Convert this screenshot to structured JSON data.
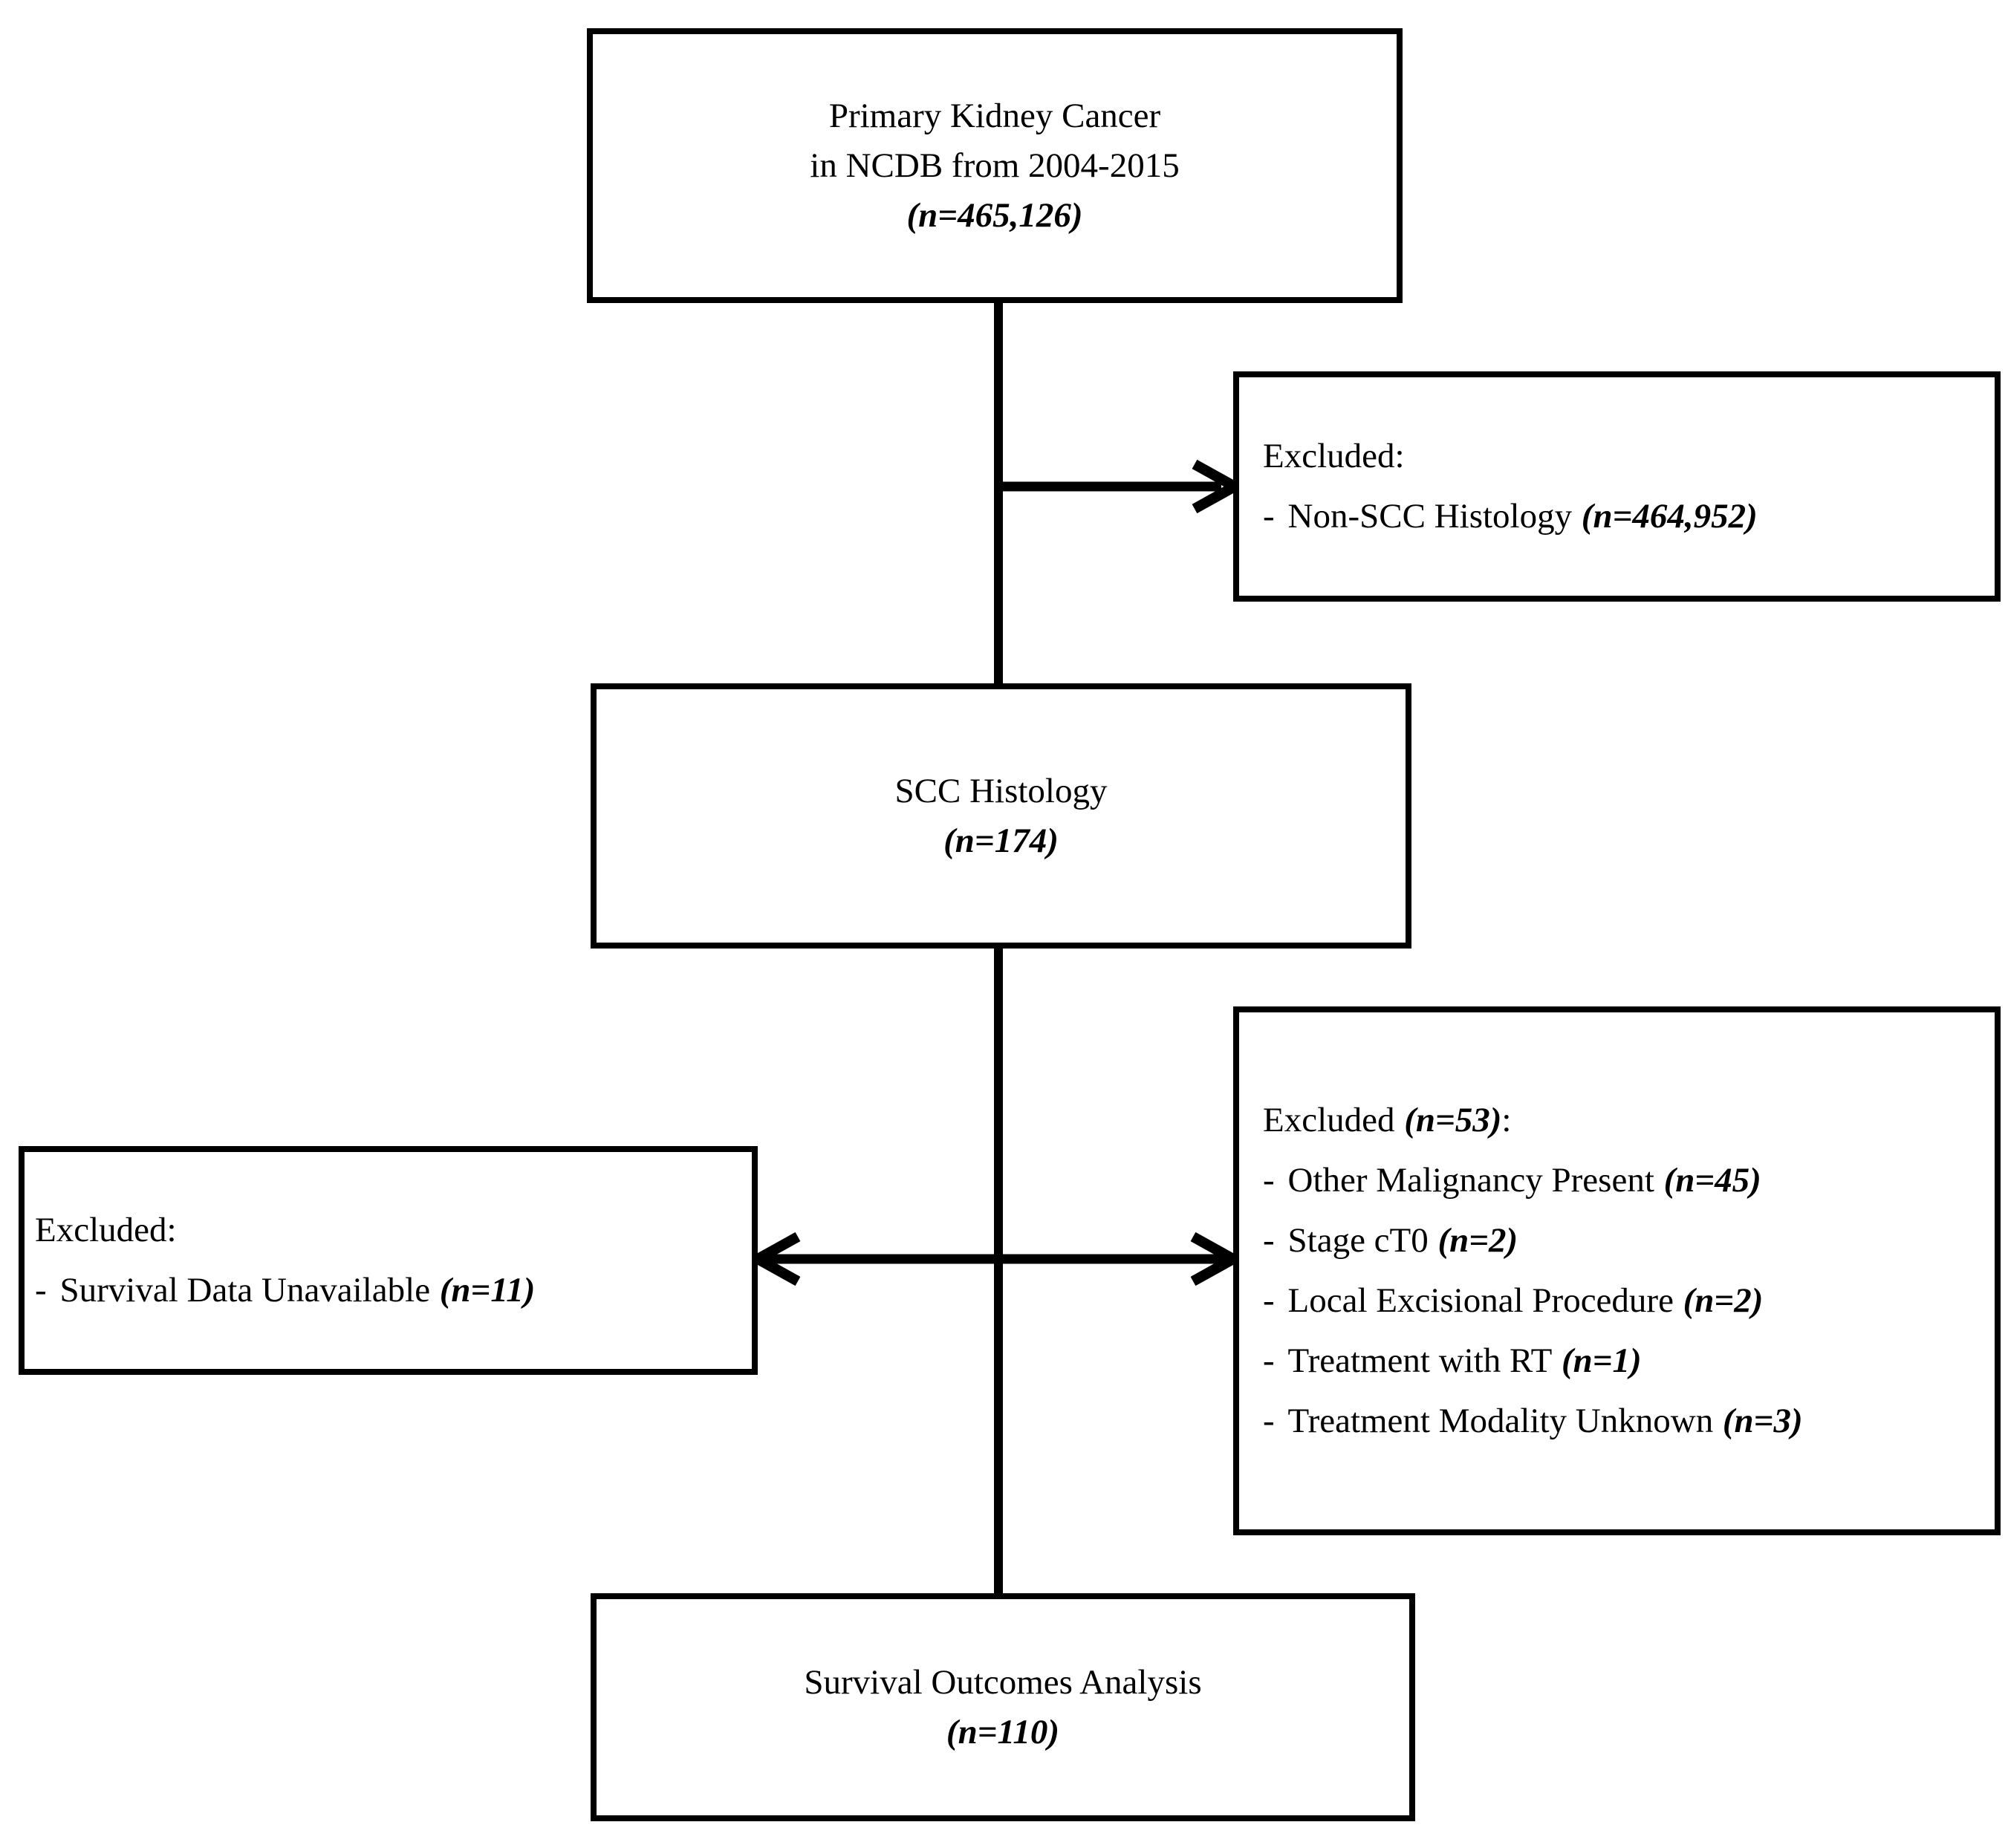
{
  "colors": {
    "ink": "#000000",
    "paper": "#ffffff"
  },
  "nodes": {
    "primary": {
      "line1": "Primary Kidney Cancer",
      "line2": "in NCDB from 2004-2015",
      "count": "(n=465,126)"
    },
    "excluded_histology": {
      "title": "Excluded:",
      "items": [
        {
          "bullet": "-",
          "label": "Non-SCC Histology",
          "count": "(n=464,952)"
        }
      ]
    },
    "scc": {
      "line1": "SCC Histology",
      "count": "(n=174)"
    },
    "excluded_survival": {
      "title": "Excluded:",
      "items": [
        {
          "bullet": "-",
          "label": "Survival Data Unavailable",
          "count": "(n=11)"
        }
      ]
    },
    "excluded_secondary": {
      "title_text": "Excluded",
      "title_count": "(n=53)",
      "title_colon": ":",
      "items": [
        {
          "bullet": "-",
          "label": "Other Malignancy Present",
          "count": "(n=45)"
        },
        {
          "bullet": "-",
          "label": "Stage cT0",
          "count": "(n=2)"
        },
        {
          "bullet": "-",
          "label": "Local Excisional Procedure",
          "count": "(n=2)"
        },
        {
          "bullet": "-",
          "label": "Treatment with RT",
          "count": "(n=1)"
        },
        {
          "bullet": "-",
          "label": "Treatment Modality Unknown",
          "count": "(n=3)"
        }
      ]
    },
    "outcome": {
      "line1": "Survival Outcomes Analysis",
      "count": "(n=110)"
    }
  }
}
